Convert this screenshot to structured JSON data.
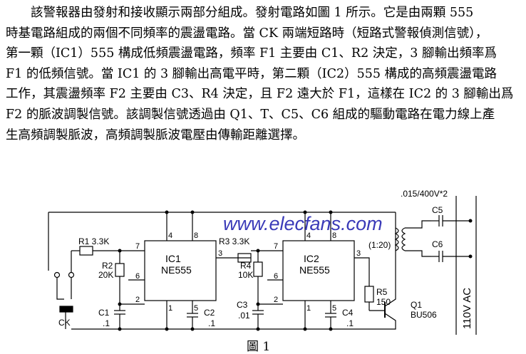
{
  "article": {
    "lines": [
      "該警報器由發射和接收顯示兩部分組成。發射電路如圖 1 所示。它是由兩顆 555",
      "時基電路組成的兩個不同頻率的震盪電路。當 CK 兩端短路時（短路式警報偵測信號），",
      "第一顆（IC1）555 構成低頻震盪電路，頻率 F1 主要由 C1、R2 決定，3 腳輸出頻率爲",
      "F1 的低頻信號。當 IC1 的 3 腳輸出高電平時，第二顆（IC2）555 構成的高頻震盪電路",
      "工作，其震盪頻率 F2 主要由 C3、R4 決定，且 F2 遠大於 F1，這樣在 IC2 的 3 腳輸出爲",
      "F2 的脈波調製信號。該調製信號透過由 Q1、T、C5、C6 組成的驅動電路在電力線上產",
      "生高頻調製脈波，高頻調製脈波電壓由傳輸距離選擇。"
    ]
  },
  "figure": {
    "caption": "圖 1",
    "watermark": "www.elecfans.com",
    "labels": {
      "cap_rating": ".015/400V*2",
      "r1": "R1 3.3K",
      "r2_name": "R2",
      "r2_value": "20K",
      "r3": "R3 3.3K",
      "r4_name": "R4",
      "r4_value": "10K",
      "r5_name": "R5",
      "r5_value": "150",
      "ic1_name": "IC1",
      "ic1_part": "NE555",
      "ic2_name": "IC2",
      "ic2_part": "NE555",
      "c1_name": "C1",
      "c1_value": ".1",
      "c2_name": "C2",
      "c2_value": ".1",
      "c3_name": "C3",
      "c3_value": ".01",
      "c4_name": "C4",
      "c4_value": ".1",
      "c5": "C5",
      "c6": "C6",
      "ratio": "(1:20)",
      "q1_name": "Q1",
      "q1_part": "BU506",
      "ck": "CK",
      "ac": "110V AC",
      "pins": {
        "ic1_4": "4",
        "ic1_8": "8",
        "ic1_7": "7",
        "ic1_3": "3",
        "ic1_6": "6",
        "ic1_2": "2",
        "ic1_1": "1",
        "ic1_5": "5",
        "ic2_4": "4",
        "ic2_8": "8",
        "ic2_7": "7",
        "ic2_3": "3",
        "ic2_6": "6",
        "ic2_2": "2",
        "ic2_1": "1",
        "ic2_5": "5"
      }
    }
  }
}
